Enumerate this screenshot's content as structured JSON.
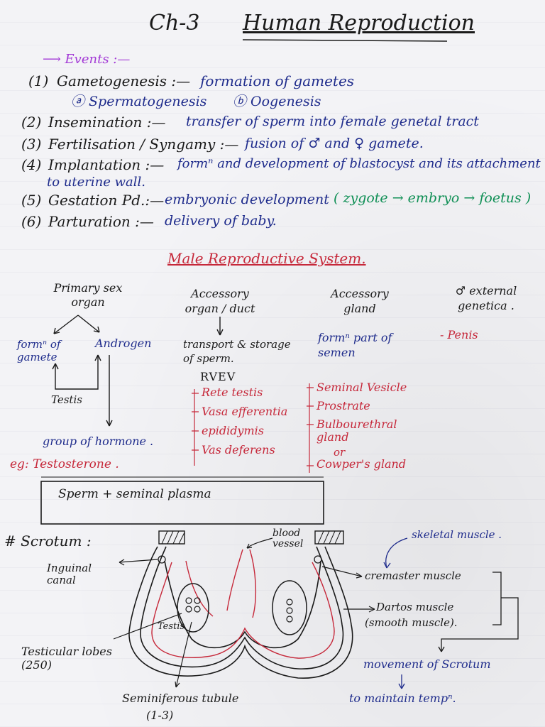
{
  "heading": {
    "chapter": "Ch-3",
    "title": "Human Reproduction"
  },
  "events": {
    "label": "⟶ Events :—",
    "items": [
      {
        "num": "(1)",
        "term": "Gametogenesis :—",
        "def": "formation of gametes"
      },
      {
        "num": "",
        "term": "ⓐ Spermatogenesis",
        "def": "ⓑ Oogenesis"
      },
      {
        "num": "(2)",
        "term": "Insemination :—",
        "def": "transfer of sperm into female genetal tract"
      },
      {
        "num": "(3)",
        "term": "Fertilisation / Syngamy :—",
        "def": "fusion of ♂ and ♀ gamete."
      },
      {
        "num": "(4)",
        "term": "Implantation :—",
        "def": "formⁿ and development of blastocyst and its attachment"
      },
      {
        "num": "",
        "term": "",
        "def": "to uterine wall."
      },
      {
        "num": "(5)",
        "term": "Gestation Pd.:—",
        "def": "embryonic development"
      },
      {
        "num": "(6)",
        "term": "Parturation :—",
        "def": "delivery of baby."
      }
    ],
    "gestation_note": "( zygote → embryo → foetus )"
  },
  "male_system": {
    "title": "Male Reproductive System.",
    "col1": {
      "header": "Primary sex organ",
      "left": "formⁿ of gamete",
      "right": "Androgen",
      "bottom": "Testis",
      "hormone": "group of hormone .",
      "example": "eg: Testosterone ."
    },
    "col2": {
      "header": "Accessory organ / duct",
      "desc": "transport & storage of sperm.",
      "acronym": "RVEV",
      "items": [
        "Rete testis",
        "Vasa efferentia",
        "epididymis",
        "Vas deferens"
      ]
    },
    "col3": {
      "header": "Accessory gland",
      "desc": "formⁿ part of semen",
      "items": [
        "Seminal Vesicle",
        "Prostrate",
        "Bulbourethral gland",
        "or",
        "Cowper's gland"
      ]
    },
    "col4": {
      "header": "♂ external genetica .",
      "items": [
        "- Penis"
      ]
    },
    "box": "Sperm + seminal plasma"
  },
  "scrotum": {
    "title": "# Scrotum :",
    "labels": {
      "blood_vessel": "blood vessel",
      "inguinal": "Inguinal canal",
      "skeletal": "skeletal muscle .",
      "cremaster": "cremaster muscle",
      "dartos": "Dartos muscle",
      "smooth": "(smooth muscle).",
      "testis": "Testis",
      "lobes": "Testicular lobes (250)",
      "tubule": "Seminiferous tubule",
      "tubule_count": "(1-3)",
      "movement": "movement of Scrotum",
      "maintain": "to maintain tempⁿ."
    }
  }
}
